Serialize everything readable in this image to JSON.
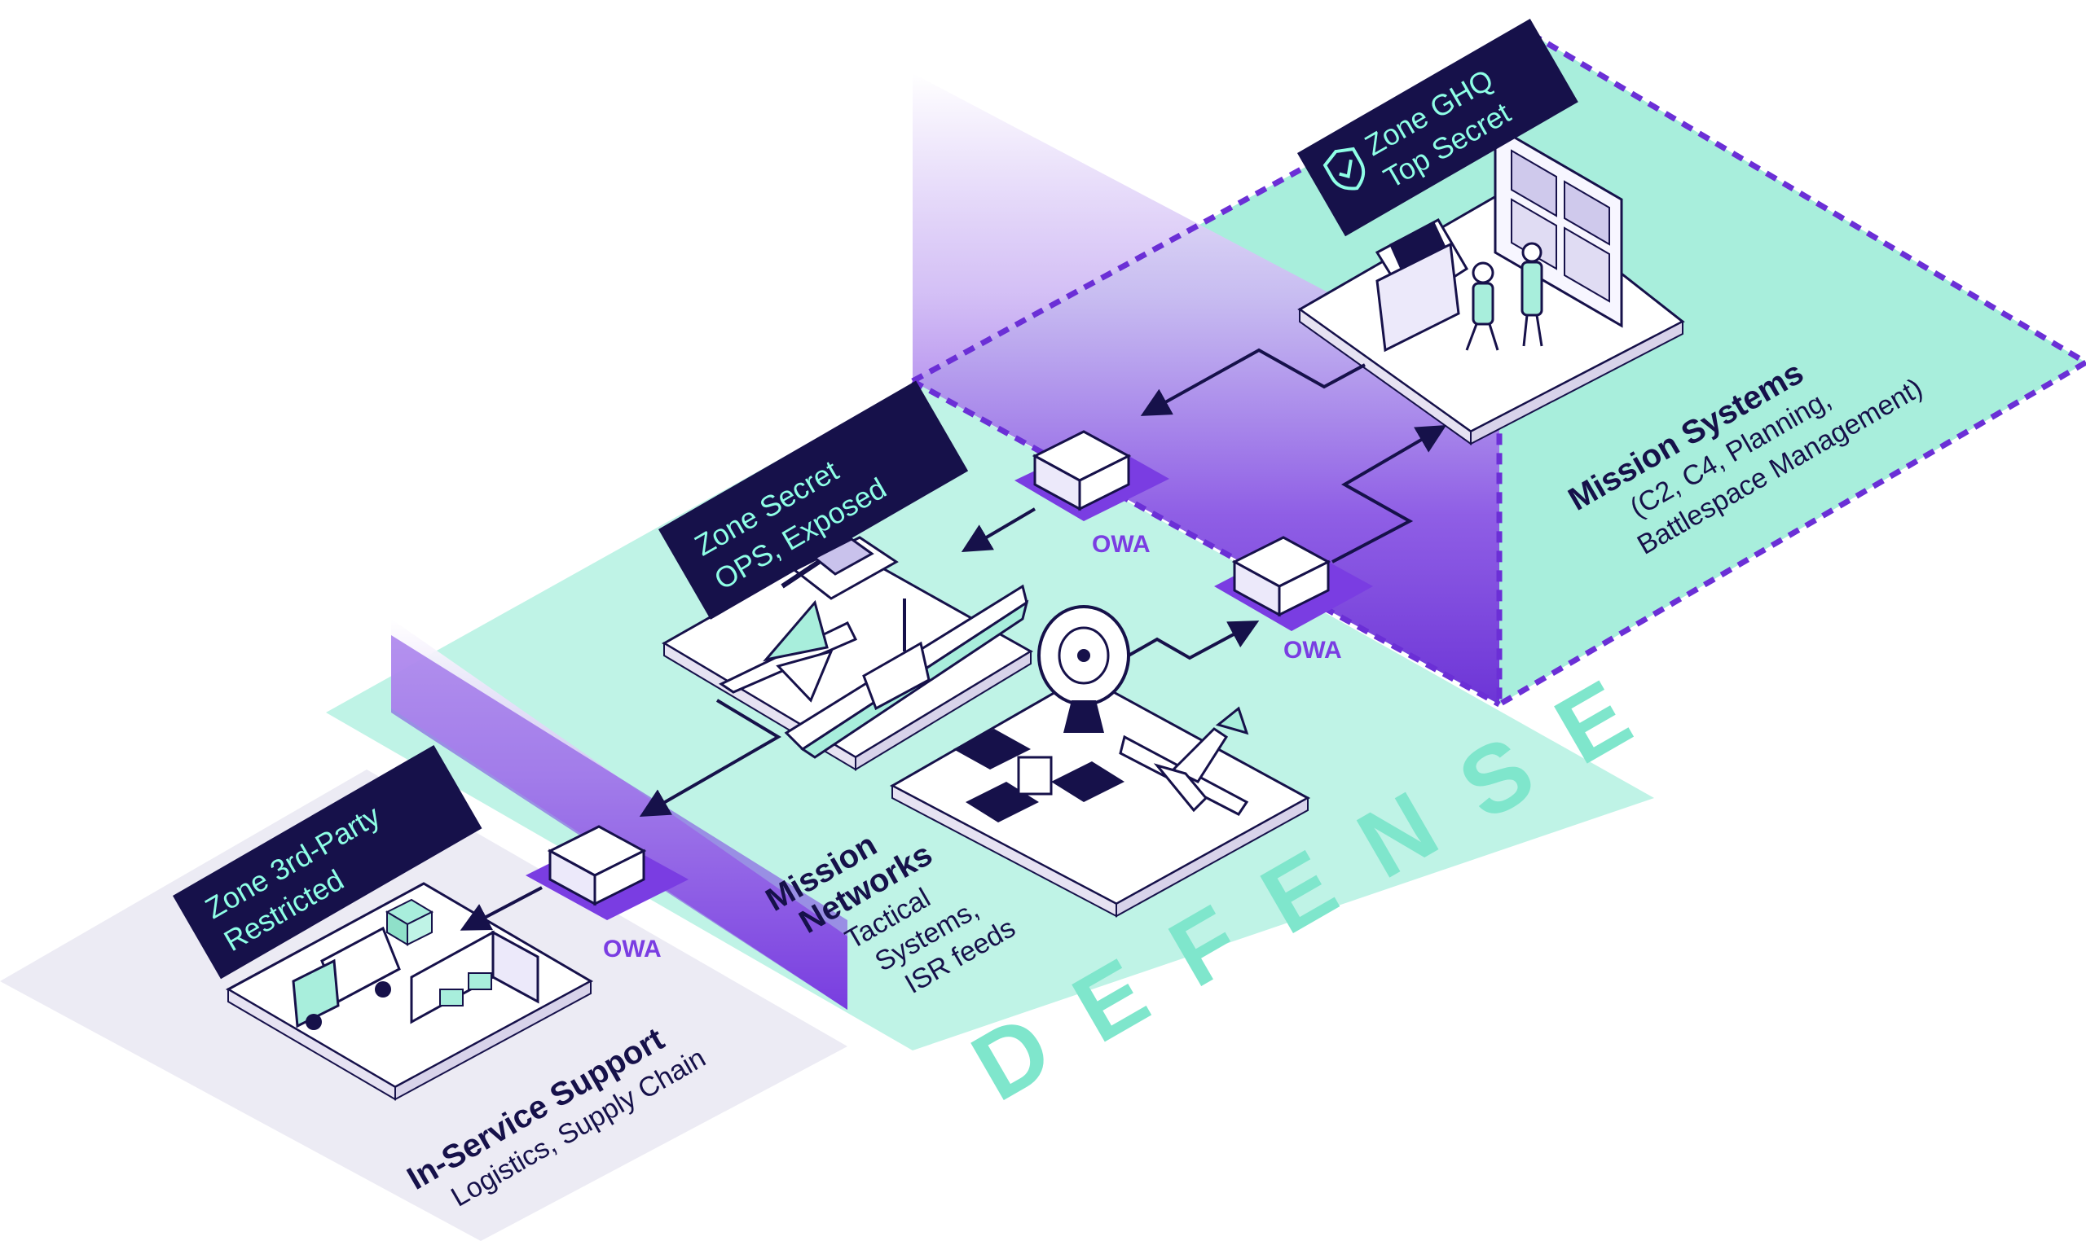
{
  "colors": {
    "navy": "#16114a",
    "mint": "#a8eedc",
    "mint_light": "#bff3e6",
    "purple": "#7a3de2",
    "purple_deep": "#6b2fd6",
    "lavender": "#ecebf4",
    "defense_text": "#7fe6cc"
  },
  "zones": {
    "ghq": {
      "line1": "Zone GHQ",
      "line2": "Top Secret",
      "icon": "shield-check-icon"
    },
    "secret": {
      "line1": "Zone Secret",
      "line2": "OPS, Exposed"
    },
    "third_party": {
      "line1": "Zone 3rd-Party",
      "line2": "Restricted"
    }
  },
  "owa": {
    "top": "OWA",
    "mid": "OWA",
    "left": "OWA"
  },
  "areas": {
    "mission_systems": {
      "title": "Mission Systems",
      "line1": "(C2, C4, Planning,",
      "line2": "Battlespace Management)"
    },
    "mission_networks": {
      "title1": "Mission",
      "title2": "Networks",
      "line1": "Tactical",
      "line2": "Systems,",
      "line3": "ISR feeds"
    },
    "in_service": {
      "title": "In-Service Support",
      "line1": "Logistics, Supply Chain"
    }
  },
  "defense_label": "DEFENSE"
}
